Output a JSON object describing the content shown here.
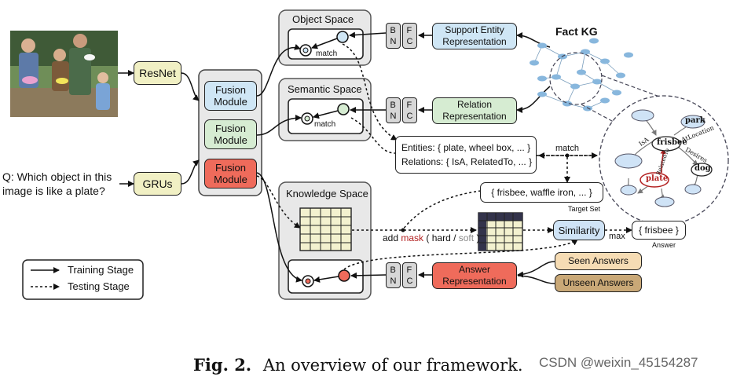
{
  "photo": {
    "name": "family-photo"
  },
  "nodes": {
    "resnet": "ResNet",
    "grus": "GRUs",
    "question": "Q: Which object in this image is like a plate?",
    "fusion": [
      "Fusion Module",
      "Fusion Module",
      "Fusion Module"
    ],
    "object_space": "Object Space",
    "semantic_space": "Semantic Space",
    "knowledge_space": "Knowledge Space",
    "match": "match",
    "bn": "B N",
    "fc": "F C",
    "support_entity": "Support Entity Representation",
    "relation_rep": "Relation Representation",
    "answer_rep": "Answer Representation",
    "fact_kg": "Fact KG",
    "entities": "Entities: { plate, wheel box, ... }",
    "relations": "Relations: { IsA, RelatedTo, ... }",
    "target_set_box": "{ frisbee, waffle iron, ... }",
    "target_set_label": "Target Set",
    "add": "add",
    "mask": "mask",
    "hard_soft_open": "( hard /",
    "soft": "soft",
    "close": ")",
    "similarity": "Similarity",
    "max": "max",
    "answer_box": "{ frisbee }",
    "answer_label": "Answer",
    "seen": "Seen Answers",
    "unseen": "Unseen Answers"
  },
  "kg_zoom": {
    "frisbee": "frisbee",
    "park": "park",
    "dog": "dog",
    "plate": "plate",
    "isa": "IsA",
    "atlocation": "AtLocation",
    "desires": "Desires",
    "relatedto": "RelatedTo"
  },
  "legend": {
    "training": "Training Stage",
    "testing": "Testing Stage"
  },
  "caption": {
    "fig": "Fig. 2.",
    "text": "An overview of our framework."
  },
  "watermark": "CSDN @weixin_45154287",
  "colors": {
    "blue": "#cfe6f5",
    "green": "#d6ecd2",
    "red": "#ef6b5b",
    "yellow": "#f1f0c4",
    "seen": "#f6dcb4",
    "unseen": "#c9a877",
    "kgnode": "#88b7dd",
    "grid": "#f3f1cf",
    "dark": "#33334b"
  }
}
